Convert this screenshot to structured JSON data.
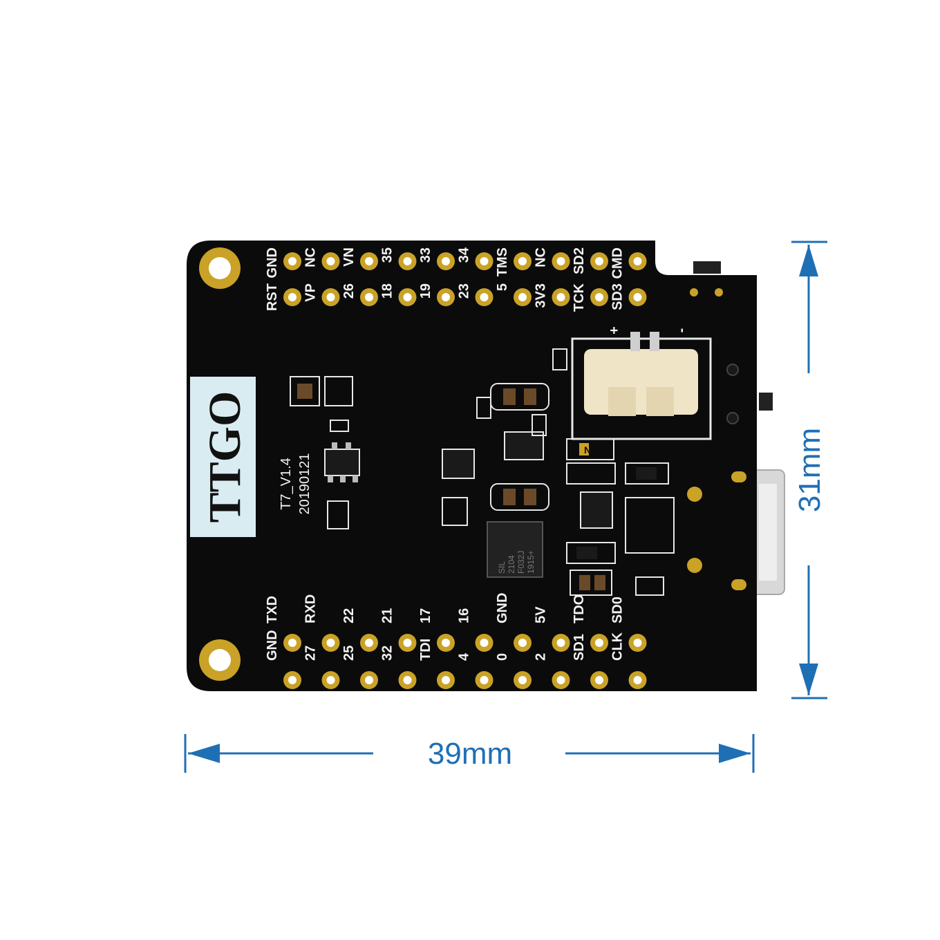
{
  "board": {
    "brand_label": "TTGO",
    "version": "T7_V1.4",
    "date_code": "20190121",
    "chip_marking": [
      "SIL",
      "2104",
      "F032J",
      "1915+"
    ],
    "led_marking": "N",
    "battery_plus": "+",
    "battery_minus": "-"
  },
  "top_header": {
    "row_outer": [
      "GND",
      "NC",
      "VN",
      "35",
      "33",
      "34",
      "TMS",
      "NC",
      "SD2",
      "CMD"
    ],
    "row_inner": [
      "RST",
      "VP",
      "26",
      "18",
      "19",
      "23",
      "5",
      "3V3",
      "TCK",
      "SD3"
    ]
  },
  "bottom_header": {
    "row_inner": [
      "TXD",
      "RXD",
      "22",
      "21",
      "17",
      "16",
      "GND",
      "5V",
      "TDO",
      "SD0"
    ],
    "row_outer": [
      "GND",
      "27",
      "25",
      "32",
      "TDI",
      "4",
      "0",
      "2",
      "SD1",
      "CLK"
    ]
  },
  "dimensions": {
    "width_label": "39mm",
    "height_label": "31mm"
  },
  "colors": {
    "pcb": "#0b0b0b",
    "gold_pad": "#c9a227",
    "silkscreen": "#f2f2f2",
    "dimension_line": "#1f6fb5",
    "label_sticker": "#d9ecf2"
  }
}
